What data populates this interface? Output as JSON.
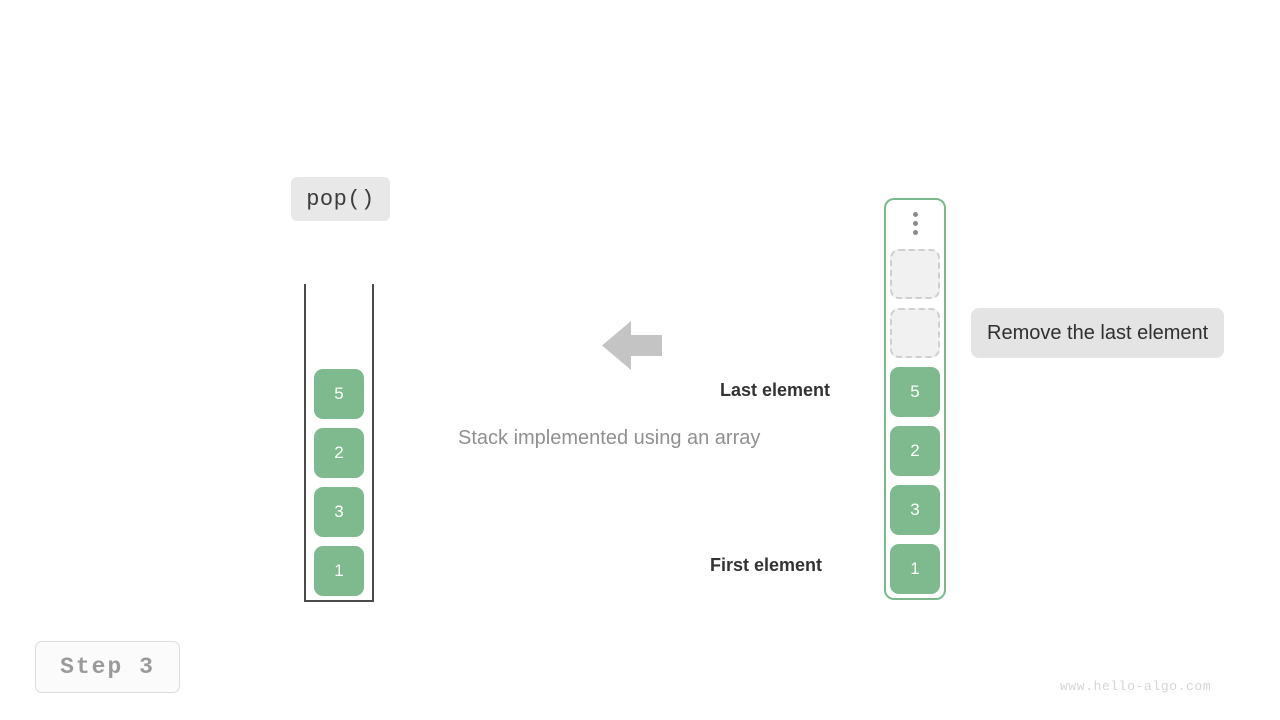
{
  "operation": {
    "label": "pop()"
  },
  "step": {
    "label": "Step 3"
  },
  "center_caption": "Stack implemented using an array",
  "annotation": {
    "label": "Remove the last element"
  },
  "labels": {
    "last_element": "Last element",
    "first_element": "First element"
  },
  "watermark": "www.hello-algo.com",
  "colors": {
    "cell_fill": "#7fb98e",
    "cell_text": "#ffffff",
    "array_border": "#7bb88c",
    "empty_slot_fill": "#f1f1f1",
    "empty_slot_border": "#cfcfcf",
    "arrow": "#c4c4c4",
    "chip_bg": "#e8e8e8",
    "annotation_bg": "#e4e4e4"
  },
  "stack_left": {
    "cells": [
      {
        "value": "5",
        "state": "filled"
      },
      {
        "value": "2",
        "state": "filled"
      },
      {
        "value": "3",
        "state": "filled"
      },
      {
        "value": "1",
        "state": "filled"
      }
    ]
  },
  "stack_right": {
    "ellipsis": "vertical-ellipsis",
    "cells": [
      {
        "value": "",
        "state": "empty"
      },
      {
        "value": "",
        "state": "empty"
      },
      {
        "value": "5",
        "state": "filled"
      },
      {
        "value": "2",
        "state": "filled"
      },
      {
        "value": "3",
        "state": "filled"
      },
      {
        "value": "1",
        "state": "filled"
      }
    ]
  },
  "arrow": {
    "direction": "left"
  }
}
